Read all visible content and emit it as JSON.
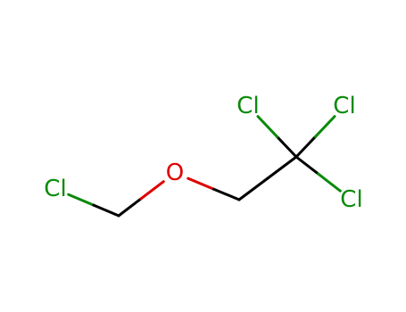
{
  "molecule": {
    "atoms": [
      {
        "id": "cl1",
        "label": "Cl",
        "element": "Cl"
      },
      {
        "id": "c1",
        "label": "",
        "element": "C"
      },
      {
        "id": "o1",
        "label": "O",
        "element": "O"
      },
      {
        "id": "c2",
        "label": "",
        "element": "C"
      },
      {
        "id": "c3",
        "label": "",
        "element": "C"
      },
      {
        "id": "cl2",
        "label": "Cl",
        "element": "Cl"
      },
      {
        "id": "cl3",
        "label": "Cl",
        "element": "Cl"
      },
      {
        "id": "cl4",
        "label": "Cl",
        "element": "Cl"
      }
    ],
    "bonds": [
      {
        "from": "cl1",
        "to": "c1",
        "order": 1
      },
      {
        "from": "c1",
        "to": "o1",
        "order": 1
      },
      {
        "from": "o1",
        "to": "c2",
        "order": 1
      },
      {
        "from": "c2",
        "to": "c3",
        "order": 1
      },
      {
        "from": "c3",
        "to": "cl2",
        "order": 1
      },
      {
        "from": "c3",
        "to": "cl3",
        "order": 1
      },
      {
        "from": "c3",
        "to": "cl4",
        "order": 1
      }
    ]
  },
  "colors": {
    "Cl": "#0a8a0a",
    "O": "#e00000",
    "C": "#000000"
  }
}
